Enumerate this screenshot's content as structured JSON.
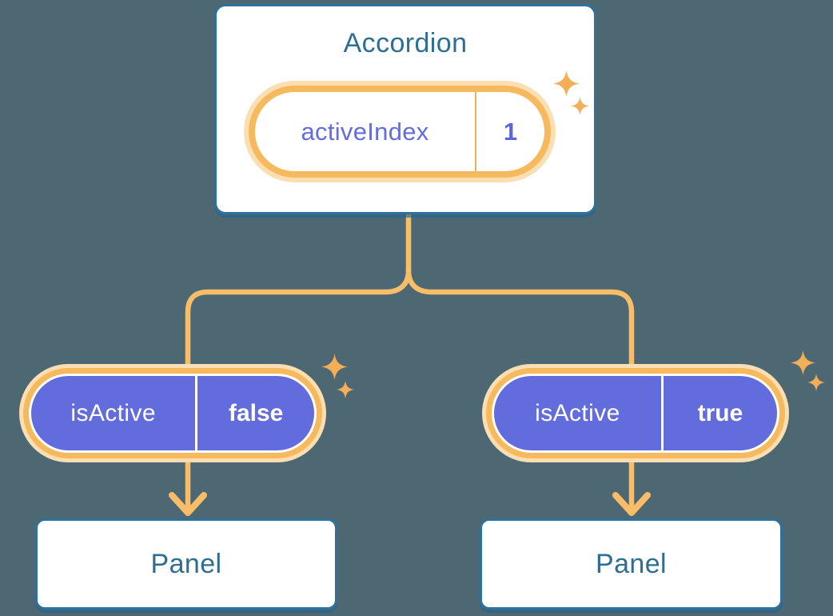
{
  "diagram": {
    "description": "Component tree diagram: parent component holding state, passing props to two children",
    "background_color": "#4D6872",
    "colors": {
      "card_border": "#30719C",
      "card_text": "#2E6E93",
      "connector_orange": "#F8BD68",
      "ring_orange": "#F7B95E",
      "ring_glow": "#FBDFB2",
      "pill_purple": "#636CDC",
      "state_text_purple": "#636EDE",
      "sparkle_orange": "#F4AE58"
    },
    "tree": {
      "root": {
        "title": "Accordion",
        "state": {
          "label": "activeIndex",
          "value": "1"
        }
      },
      "branches": [
        {
          "prop": {
            "label": "isActive",
            "value": "false"
          },
          "child": {
            "title": "Panel"
          }
        },
        {
          "prop": {
            "label": "isActive",
            "value": "true"
          },
          "child": {
            "title": "Panel"
          }
        }
      ]
    },
    "icons": [
      "sparkle-icon (large + small) beside state pill",
      "sparkle-icon (large + small) beside left prop pill",
      "sparkle-icon (large + small) beside right prop pill"
    ]
  }
}
